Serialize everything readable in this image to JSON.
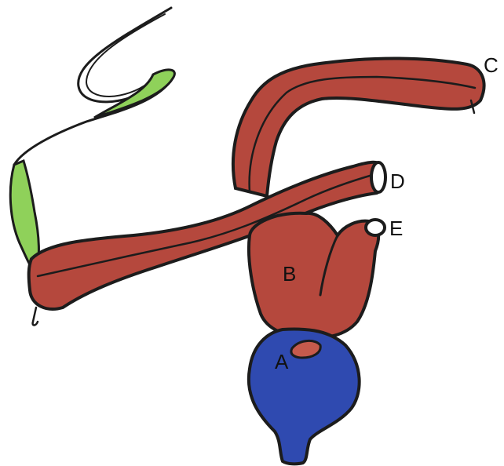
{
  "diagram": {
    "labels": {
      "a": "A",
      "b": "B",
      "c": "C",
      "d": "D",
      "e": "E"
    },
    "colors": {
      "intestine_red": "#b5483d",
      "bladder_blue": "#2f4ab0",
      "tail_green": "#8fd15a",
      "outline": "#1c1c1c",
      "background": "#ffffff"
    }
  }
}
